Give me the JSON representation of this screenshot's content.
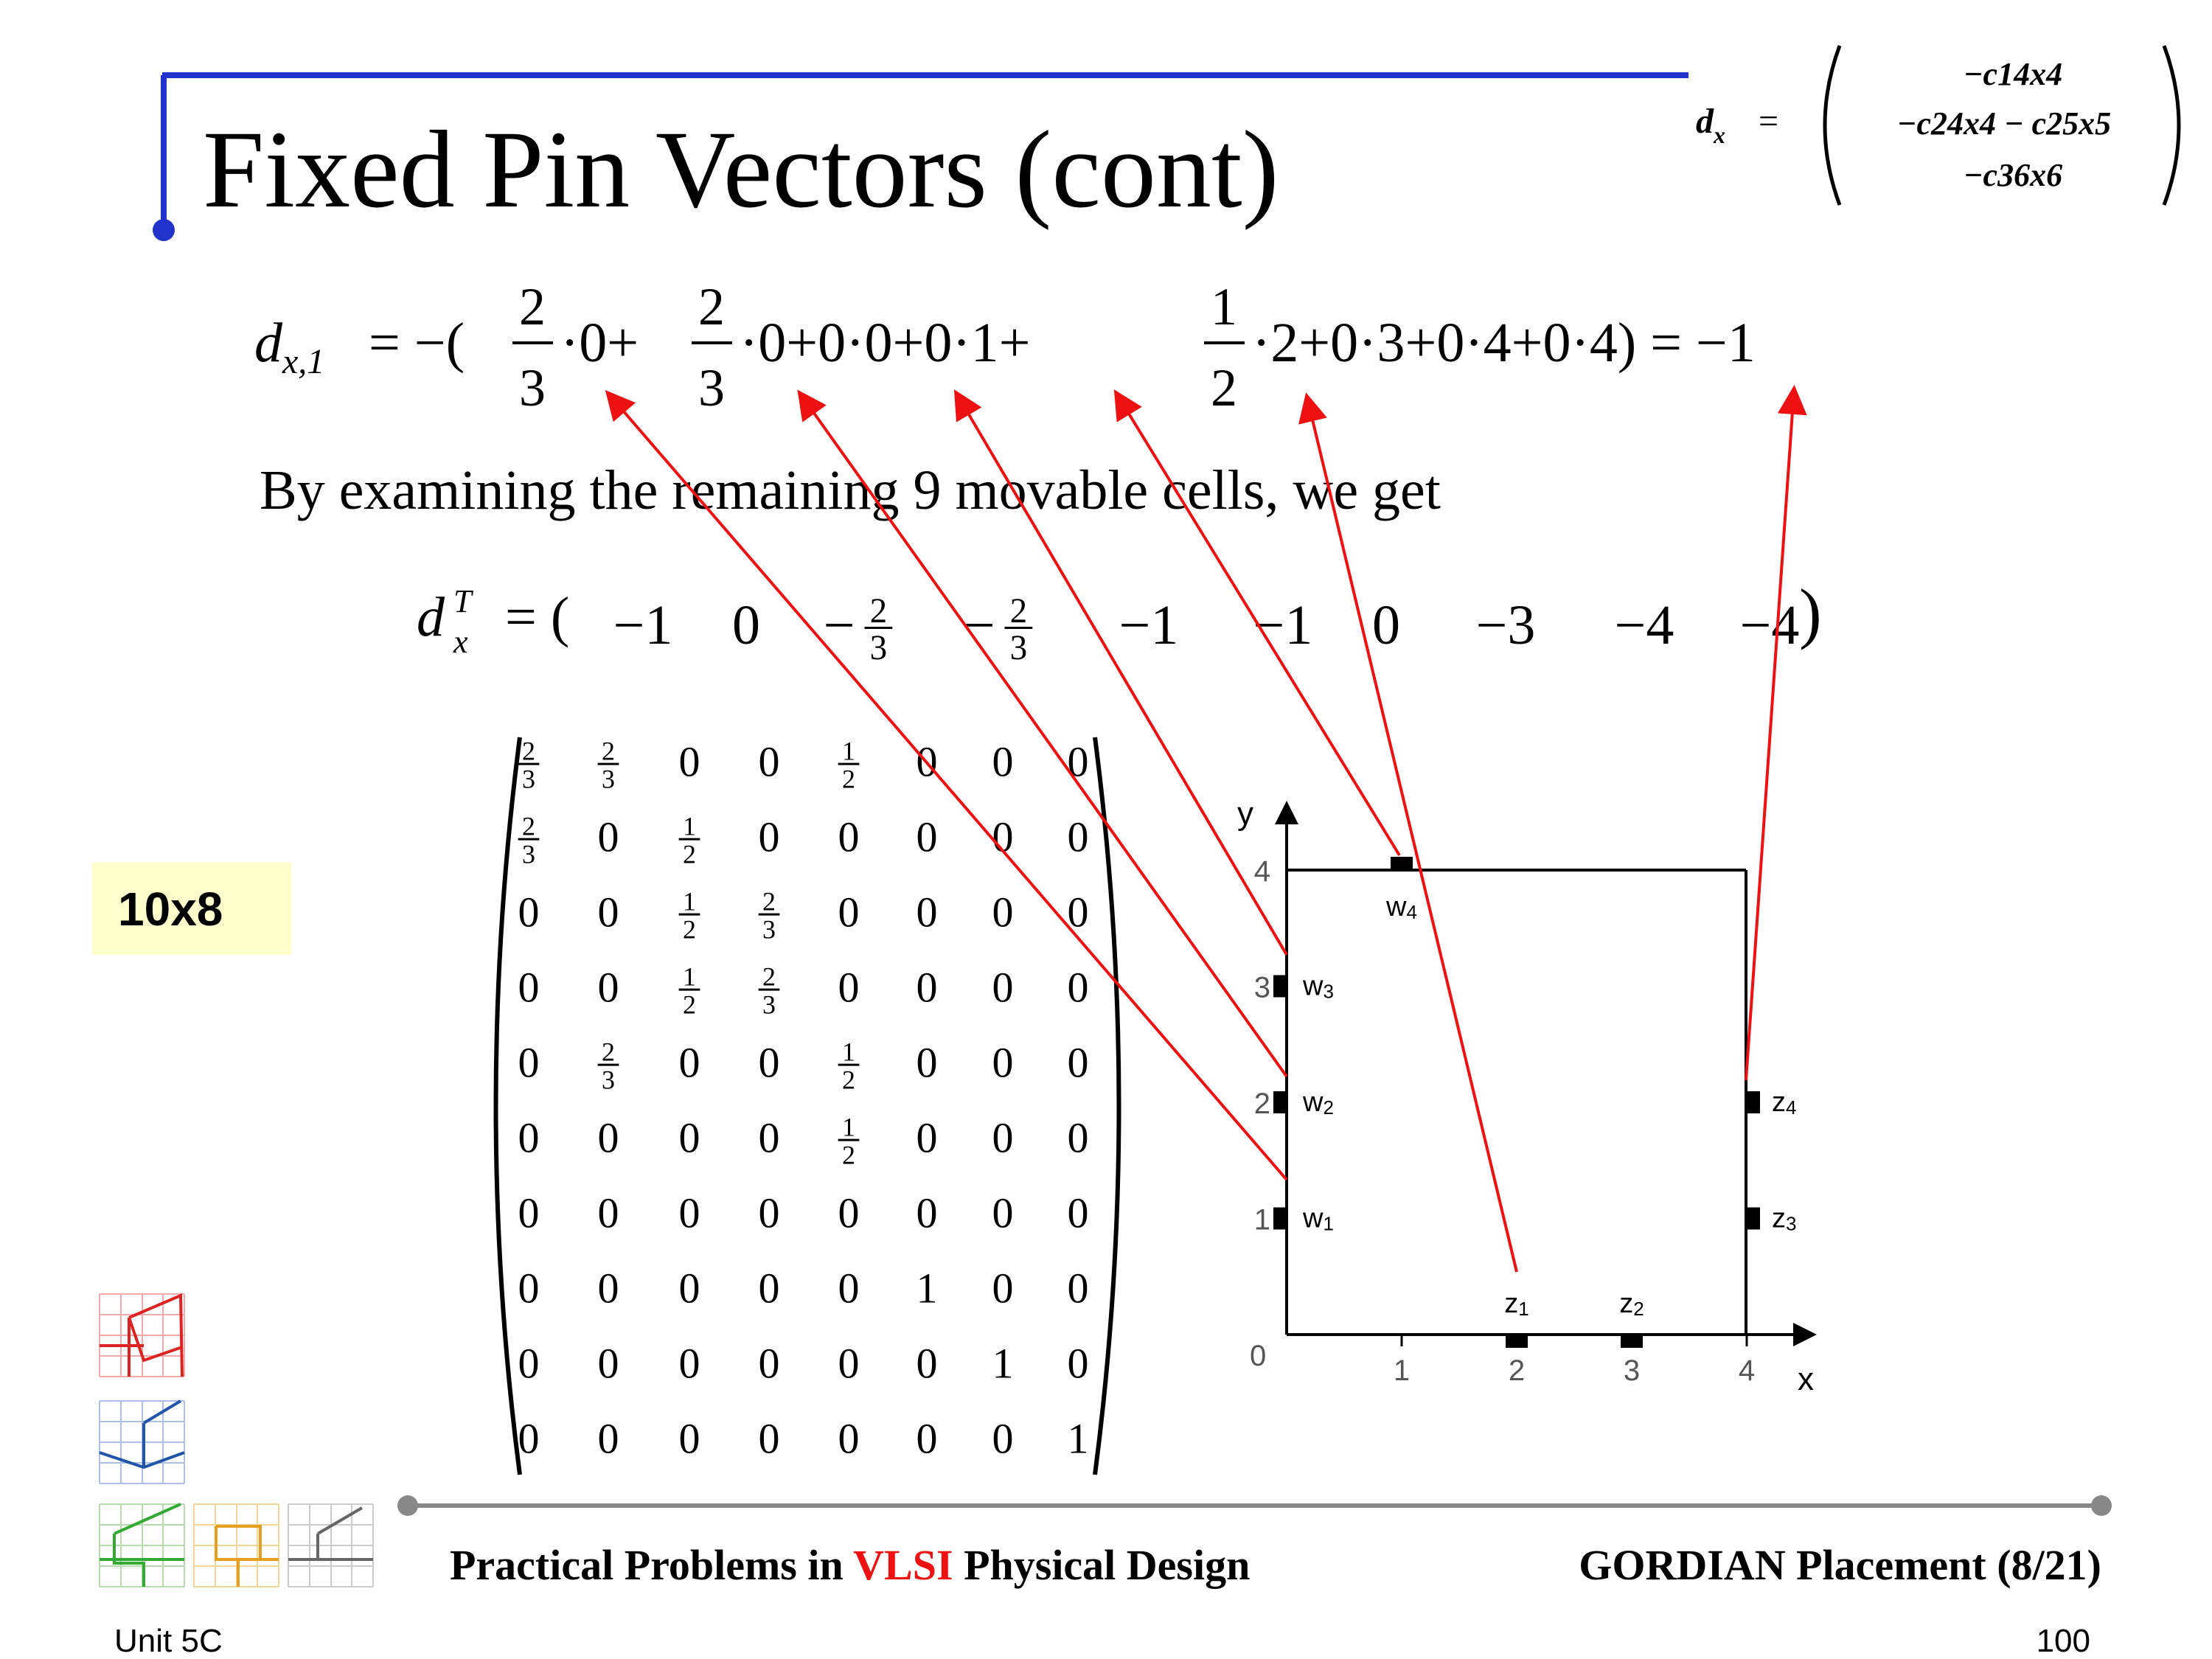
{
  "slide": {
    "title": "Fixed Pin Vectors (cont)",
    "corner_formula": {
      "lhs": "d",
      "lhs_sub": "x",
      "rows": [
        "−c14x4",
        "−c24x4 − c25x5",
        "−c36x6"
      ]
    },
    "equation_dx1": {
      "lhs": "d",
      "lhs_sub": "x,1",
      "eq": "= −(",
      "frac1": {
        "num": "2",
        "den": "3"
      },
      "t1": "·0+",
      "frac2": {
        "num": "2",
        "den": "3"
      },
      "t2": "·0+0·0+0·1+",
      "frac3": {
        "num": "1",
        "den": "2"
      },
      "t3": "·2+0·3+0·4+0·4) = −1"
    },
    "examining_text": "By examining the remaining 9 movable cells, we get",
    "dxT": {
      "lhs": "d",
      "lhs_sup": "T",
      "lhs_sub": "x",
      "eq": "= (",
      "values": [
        "−1",
        "0",
        "−2/3",
        "−2/3",
        "−1",
        "−1",
        "0",
        "−3",
        "−4",
        "−4"
      ],
      "close": ")"
    },
    "matrix_label": "10x8",
    "matrix": [
      [
        "2/3",
        "2/3",
        "0",
        "0",
        "1/2",
        "0",
        "0",
        "0"
      ],
      [
        "2/3",
        "0",
        "1/2",
        "0",
        "0",
        "0",
        "0",
        "0"
      ],
      [
        "0",
        "0",
        "1/2",
        "2/3",
        "0",
        "0",
        "0",
        "0"
      ],
      [
        "0",
        "0",
        "1/2",
        "2/3",
        "0",
        "0",
        "0",
        "0"
      ],
      [
        "0",
        "2/3",
        "0",
        "0",
        "1/2",
        "0",
        "0",
        "0"
      ],
      [
        "0",
        "0",
        "0",
        "0",
        "1/2",
        "0",
        "0",
        "0"
      ],
      [
        "0",
        "0",
        "0",
        "0",
        "0",
        "0",
        "0",
        "0"
      ],
      [
        "0",
        "0",
        "0",
        "0",
        "0",
        "1",
        "0",
        "0"
      ],
      [
        "0",
        "0",
        "0",
        "0",
        "0",
        "0",
        "1",
        "0"
      ],
      [
        "0",
        "0",
        "0",
        "0",
        "0",
        "0",
        "0",
        "1"
      ]
    ],
    "plot": {
      "x_label": "x",
      "y_label": "y",
      "x_ticks": [
        "1",
        "2",
        "3",
        "4"
      ],
      "y_ticks": [
        "1",
        "2",
        "3",
        "4"
      ],
      "origin": "0",
      "pins": {
        "w1": {
          "letter": "w",
          "sub": "1",
          "x": 0,
          "y": 1
        },
        "w2": {
          "letter": "w",
          "sub": "2",
          "x": 0,
          "y": 2
        },
        "w3": {
          "letter": "w",
          "sub": "3",
          "x": 0,
          "y": 3
        },
        "w4": {
          "letter": "w",
          "sub": "4",
          "x": 1,
          "y": 4
        },
        "z1": {
          "letter": "z",
          "sub": "1",
          "x": 2,
          "y": 0
        },
        "z2": {
          "letter": "z",
          "sub": "2",
          "x": 3,
          "y": 0
        },
        "z3": {
          "letter": "z",
          "sub": "3",
          "x": 4,
          "y": 1
        },
        "z4": {
          "letter": "z",
          "sub": "4",
          "x": 4,
          "y": 2
        }
      }
    },
    "footer": {
      "left_pre": "Practical Problems in ",
      "left_highlight": "VLSI",
      "left_post": " Physical Design",
      "right": "GORDIAN Placement (8/21)",
      "unit": "Unit 5C",
      "page": "100"
    },
    "colors": {
      "title_line": "#2233cc",
      "arrow": "#ee1111",
      "label_bg": "#ffffcc",
      "footer_line": "#888888",
      "highlight": "#ee1111"
    }
  }
}
